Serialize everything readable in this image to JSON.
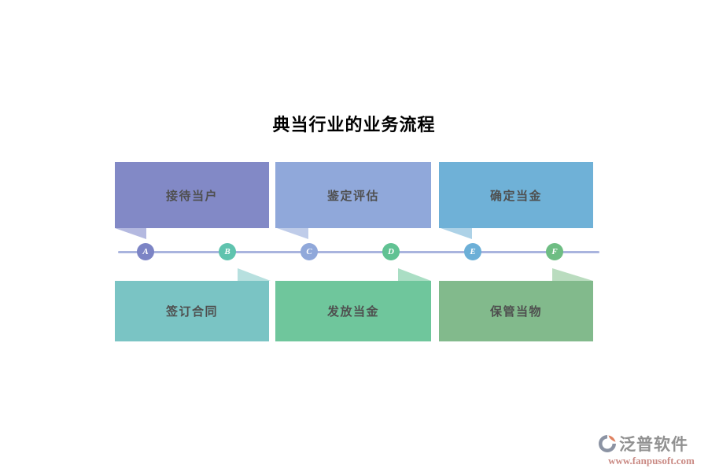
{
  "title": "典当行业的业务流程",
  "flow": {
    "top_steps": [
      {
        "label": "接待当户",
        "marker": "A",
        "color": "#8289c6",
        "triangle_color": "#b4b9e0"
      },
      {
        "label": "鉴定评估",
        "marker": "C",
        "color": "#90a8da",
        "triangle_color": "#bfcce9"
      },
      {
        "label": "确定当金",
        "marker": "E",
        "color": "#6fb1d7",
        "triangle_color": "#add2e7"
      }
    ],
    "bottom_steps": [
      {
        "label": "签订合同",
        "marker": "B",
        "color": "#7ac4c4",
        "triangle_color": "#b7e0df"
      },
      {
        "label": "发放当金",
        "marker": "D",
        "color": "#6fc69c",
        "triangle_color": "#aadec4"
      },
      {
        "label": "保管当物",
        "marker": "F",
        "color": "#82ba8c",
        "triangle_color": "#badcbf"
      }
    ],
    "timeline": {
      "line_color": "#a9b4de",
      "markers": [
        {
          "letter": "A",
          "color": "#7c84c5"
        },
        {
          "letter": "B",
          "color": "#5fc3ae"
        },
        {
          "letter": "C",
          "color": "#90a8da"
        },
        {
          "letter": "D",
          "color": "#61c293"
        },
        {
          "letter": "E",
          "color": "#6cafd7"
        },
        {
          "letter": "F",
          "color": "#6ebd83"
        }
      ]
    }
  },
  "watermark": {
    "brand": "泛普软件",
    "url": "www.fanpusoft.com",
    "brand_color": "#919191",
    "url_color": "#ca8a84",
    "icon_gray": "#8b93a3",
    "icon_orange": "#df8160"
  }
}
